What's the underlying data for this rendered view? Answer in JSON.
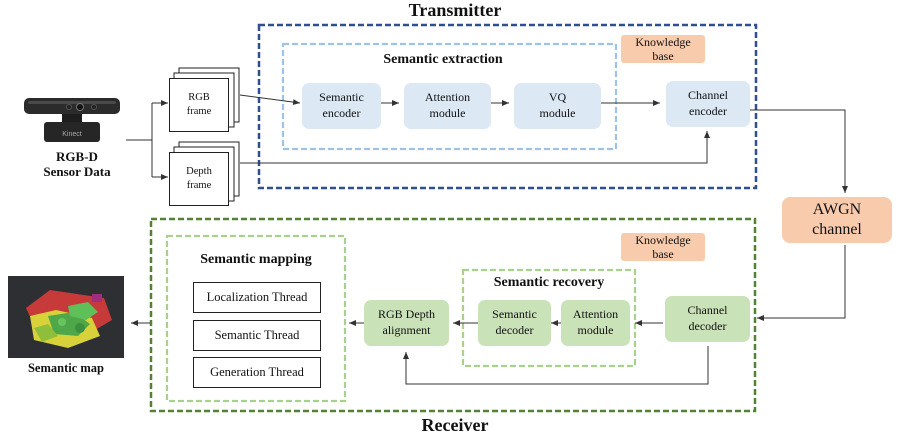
{
  "transmitter": {
    "title": "Transmitter",
    "semantic_extraction_title": "Semantic extraction",
    "semantic_encoder": [
      "Semantic",
      "encoder"
    ],
    "attention_module": [
      "Attention",
      "module"
    ],
    "vq_module": [
      "VQ",
      "module"
    ],
    "channel_encoder": [
      "Channel",
      "encoder"
    ],
    "knowledge_base": [
      "Knowledge",
      "base"
    ]
  },
  "sensor": {
    "label": [
      "RGB-D",
      "Sensor Data"
    ],
    "rgb_frame": [
      "RGB",
      "frame"
    ],
    "depth_frame": [
      "Depth",
      "frame"
    ],
    "camera_brand": "Kinect"
  },
  "channel": {
    "label": [
      "AWGN",
      "channel"
    ]
  },
  "receiver": {
    "title": "Receiver",
    "semantic_mapping_title": "Semantic mapping",
    "threads": [
      "Localization Thread",
      "Semantic Thread",
      "Generation Thread"
    ],
    "semantic_recovery_title": "Semantic recovery",
    "semantic_decoder": [
      "Semantic",
      "decoder"
    ],
    "attention_module": [
      "Attention",
      "module"
    ],
    "channel_decoder": [
      "Channel",
      "decoder"
    ],
    "rgb_depth_alignment": [
      "RGB Depth",
      "alignment"
    ],
    "knowledge_base": [
      "Knowledge",
      "base"
    ]
  },
  "output": {
    "label": "Semantic map"
  },
  "colors": {
    "transmitter_border": "#2f4f8f",
    "semantic_extraction_border": "#9dc3e6",
    "receiver_border": "#548235",
    "semantic_inner_border": "#a9d18e",
    "blue_box": "#dce9f5",
    "green_box": "#c9e2b8",
    "orange_box": "#f8cbad"
  }
}
